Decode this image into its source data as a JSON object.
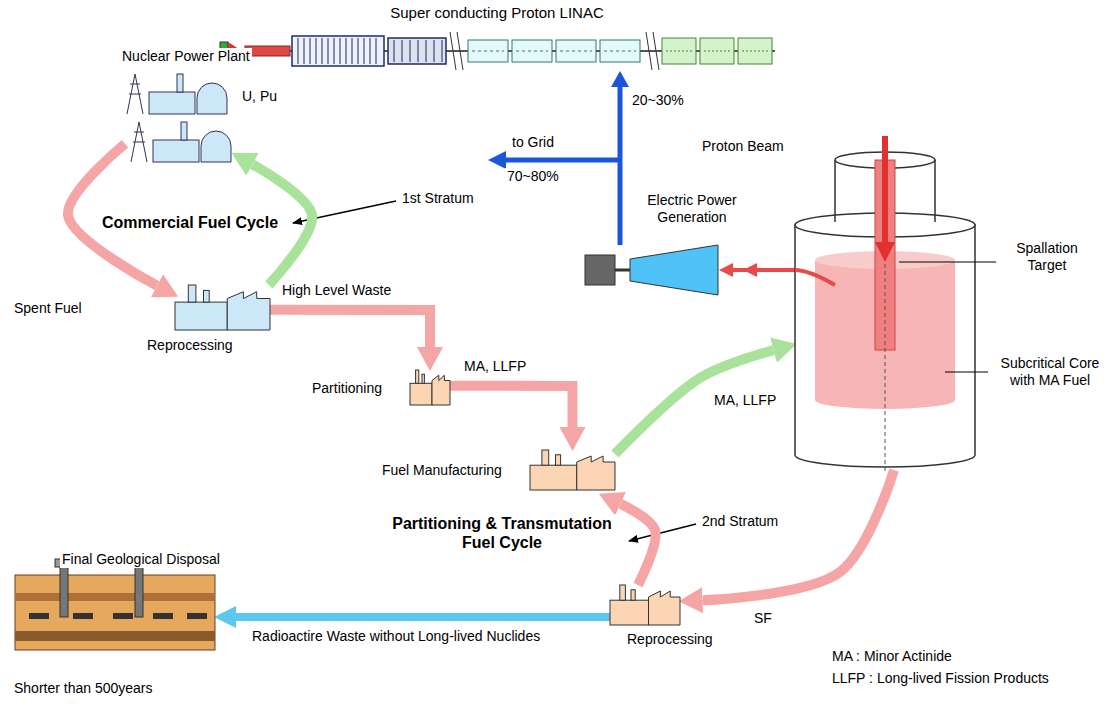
{
  "diagram": {
    "nodes": [
      {
        "text": [
          "Super conducting Proton LINAC"
        ]
      },
      {
        "text": [
          "Nuclear Power Plant",
          "U, Pu"
        ]
      },
      {
        "text": [
          "Reprocessing"
        ]
      },
      {
        "text": [
          "Partitioning"
        ]
      },
      {
        "text": [
          "Fuel Manufacturing"
        ]
      },
      {
        "text": [
          "Electric Power Generation"
        ]
      },
      {
        "text": [
          "Spallation Target",
          "Subcritical Core with MA Fuel"
        ]
      },
      {
        "text": [
          "Reprocessing"
        ]
      },
      {
        "text": [
          "Final Geological Disposal"
        ]
      }
    ],
    "edges": [
      {
        "from": 1,
        "to": 2,
        "arrow": "to",
        "label": "Spent Fuel"
      },
      {
        "from": 2,
        "to": 1,
        "arrow": "to"
      },
      {
        "from": 2,
        "to": 3,
        "arrow": "to",
        "label": "High Level Waste"
      },
      {
        "from": 3,
        "to": 4,
        "arrow": "to",
        "label": "MA, LLFP"
      },
      {
        "from": 4,
        "to": 6,
        "arrow": "to",
        "label": "MA, LLFP"
      },
      {
        "from": 6,
        "to": 7,
        "arrow": "to",
        "label": "SF"
      },
      {
        "from": 7,
        "to": 4,
        "arrow": "to"
      },
      {
        "from": 7,
        "to": 8,
        "arrow": "to",
        "label": "Radioactire Waste without Long-lived Nuclides"
      },
      {
        "from": 6,
        "to": 5,
        "arrow": "to"
      },
      {
        "from": 5,
        "to": 0,
        "arrow": "to",
        "label": "20~30%"
      }
    ],
    "labels": [
      "Proton Beam",
      "to Grid",
      "70~80%",
      "Commercial Fuel Cycle",
      "1st Stratum",
      "Partitioning & Transmutation Fuel Cycle",
      "2nd Stratum",
      "Shorter than 500years",
      "MA : Minor Actinide",
      "LLFP : Long-lived Fission Products"
    ]
  }
}
